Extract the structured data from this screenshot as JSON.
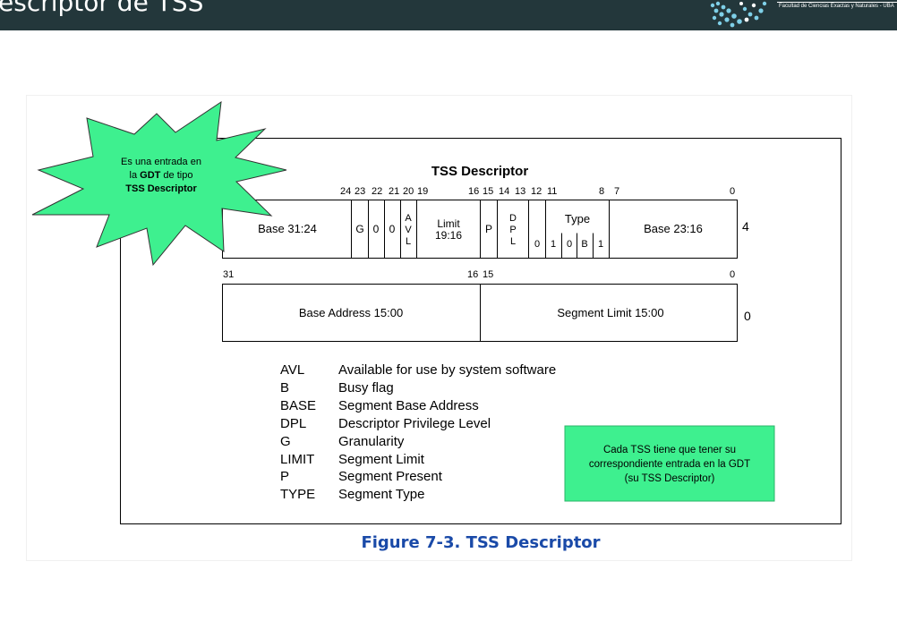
{
  "slide": {
    "title": "escriptor de TSS",
    "logo_text": "Facultad de Ciencias Exactas y Naturales - UBA"
  },
  "figure": {
    "title": "TSS Descriptor",
    "caption": "Figure 7-3.  TSS Descriptor",
    "upper_bit_numbers": [
      "24",
      "23",
      "22",
      "21",
      "20",
      "19",
      "16",
      "15",
      "14",
      "13",
      "12",
      "11",
      "8",
      "7",
      "0"
    ],
    "lower_bit_numbers": [
      "31",
      "16",
      "15",
      "0"
    ],
    "upper_word_offset": "4",
    "lower_word_offset": "0",
    "upper_fields": {
      "base_31_24": "Base 31:24",
      "g": "G",
      "zero_a": "0",
      "zero_b": "0",
      "avl": [
        "A",
        "V",
        "L"
      ],
      "limit": [
        "Limit",
        "19:16"
      ],
      "p": "P",
      "dpl": [
        "D",
        "P",
        "L"
      ],
      "zero_c": "0",
      "type_label": "Type",
      "type_bits": [
        "1",
        "0",
        "B",
        "1"
      ],
      "base_23_16": "Base 23:16"
    },
    "lower_fields": {
      "base_address": "Base Address 15:00",
      "segment_limit": "Segment Limit 15:00"
    },
    "legend": [
      {
        "abbr": "AVL",
        "desc": "Available for use by system software"
      },
      {
        "abbr": "B",
        "desc": "Busy flag"
      },
      {
        "abbr": "BASE",
        "desc": "Segment Base Address"
      },
      {
        "abbr": "DPL",
        "desc": "Descriptor Privilege Level"
      },
      {
        "abbr": "G",
        "desc": "Granularity"
      },
      {
        "abbr": "LIMIT",
        "desc": "Segment Limit"
      },
      {
        "abbr": "P",
        "desc": "Segment Present"
      },
      {
        "abbr": "TYPE",
        "desc": "Segment Type"
      }
    ]
  },
  "annotations": {
    "starburst_lines": [
      "Es una entrada en",
      "la ",
      "GDT",
      " de tipo",
      "TSS Descriptor"
    ],
    "note_lines": [
      "Cada TSS tiene que tener su",
      "correspondiente entrada en la GDT",
      "(su TSS Descriptor)"
    ],
    "accent_color": "#3ef08f"
  }
}
